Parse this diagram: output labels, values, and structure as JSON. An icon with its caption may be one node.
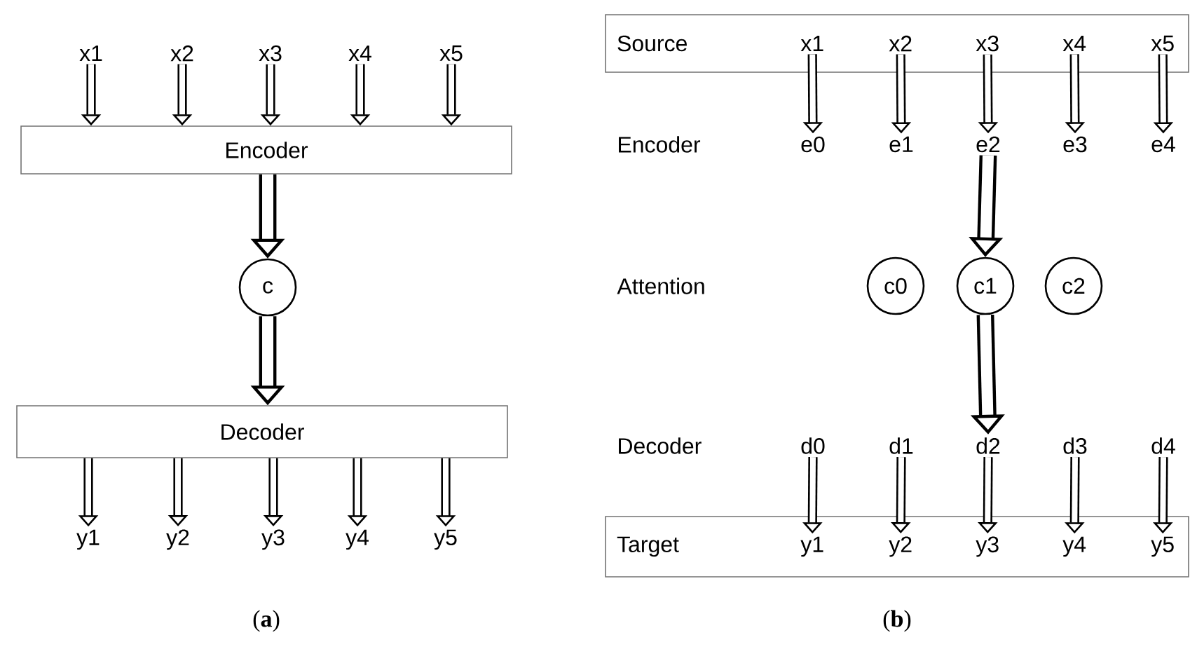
{
  "diagram": {
    "nodes": [
      {
        "text": [
          "x1"
        ]
      },
      {
        "text": [
          "x2"
        ]
      },
      {
        "text": [
          "x3"
        ]
      },
      {
        "text": [
          "x4"
        ]
      },
      {
        "text": [
          "x5"
        ]
      },
      {
        "text": [
          "Encoder"
        ]
      },
      {
        "text": [
          "c"
        ]
      },
      {
        "text": [
          "Decoder"
        ]
      },
      {
        "text": [
          "y1"
        ]
      },
      {
        "text": [
          "y2"
        ]
      },
      {
        "text": [
          "y3"
        ]
      },
      {
        "text": [
          "y4"
        ]
      },
      {
        "text": [
          "y5"
        ]
      },
      {
        "text": [
          "Source"
        ]
      },
      {
        "text": [
          "x1"
        ],
        "in": 13
      },
      {
        "text": [
          "x2"
        ],
        "in": 13
      },
      {
        "text": [
          "x3"
        ],
        "in": 13
      },
      {
        "text": [
          "x4"
        ],
        "in": 13
      },
      {
        "text": [
          "x5"
        ],
        "in": 13
      },
      {
        "text": [
          "e0"
        ]
      },
      {
        "text": [
          "e1"
        ]
      },
      {
        "text": [
          "e2"
        ]
      },
      {
        "text": [
          "e3"
        ]
      },
      {
        "text": [
          "e4"
        ]
      },
      {
        "text": [
          "c0"
        ]
      },
      {
        "text": [
          "c1"
        ]
      },
      {
        "text": [
          "c2"
        ]
      },
      {
        "text": [
          "d0"
        ]
      },
      {
        "text": [
          "d1"
        ]
      },
      {
        "text": [
          "d2"
        ]
      },
      {
        "text": [
          "d3"
        ]
      },
      {
        "text": [
          "d4"
        ]
      },
      {
        "text": [
          "Target"
        ]
      },
      {
        "text": [
          "y1"
        ],
        "in": 32
      },
      {
        "text": [
          "y2"
        ],
        "in": 32
      },
      {
        "text": [
          "y3"
        ],
        "in": 32
      },
      {
        "text": [
          "y4"
        ],
        "in": 32
      },
      {
        "text": [
          "y5"
        ],
        "in": 32
      }
    ],
    "edges": [
      {
        "from": 0,
        "to": 5,
        "arrow": "to"
      },
      {
        "from": 1,
        "to": 5,
        "arrow": "to"
      },
      {
        "from": 2,
        "to": 5,
        "arrow": "to"
      },
      {
        "from": 3,
        "to": 5,
        "arrow": "to"
      },
      {
        "from": 4,
        "to": 5,
        "arrow": "to"
      },
      {
        "from": 5,
        "to": 6,
        "arrow": "to",
        "style": "thick"
      },
      {
        "from": 6,
        "to": 7,
        "arrow": "to",
        "style": "thick"
      },
      {
        "from": 7,
        "to": 8,
        "arrow": "to"
      },
      {
        "from": 7,
        "to": 9,
        "arrow": "to"
      },
      {
        "from": 7,
        "to": 10,
        "arrow": "to"
      },
      {
        "from": 7,
        "to": 11,
        "arrow": "to"
      },
      {
        "from": 7,
        "to": 12,
        "arrow": "to"
      },
      {
        "from": 14,
        "to": 19,
        "arrow": "to"
      },
      {
        "from": 15,
        "to": 20,
        "arrow": "to"
      },
      {
        "from": 16,
        "to": 21,
        "arrow": "to"
      },
      {
        "from": 17,
        "to": 22,
        "arrow": "to"
      },
      {
        "from": 18,
        "to": 23,
        "arrow": "to"
      },
      {
        "from": 21,
        "to": 25,
        "arrow": "to",
        "style": "thick"
      },
      {
        "from": 25,
        "to": 29,
        "arrow": "to",
        "style": "thick"
      },
      {
        "from": 27,
        "to": 33,
        "arrow": "to"
      },
      {
        "from": 28,
        "to": 34,
        "arrow": "to"
      },
      {
        "from": 29,
        "to": 35,
        "arrow": "to"
      },
      {
        "from": 30,
        "to": 36,
        "arrow": "to"
      },
      {
        "from": 31,
        "to": 37,
        "arrow": "to"
      }
    ],
    "labels": [
      "Encoder",
      "Attention",
      "Decoder",
      "(**a**)",
      "(**b**)"
    ]
  }
}
